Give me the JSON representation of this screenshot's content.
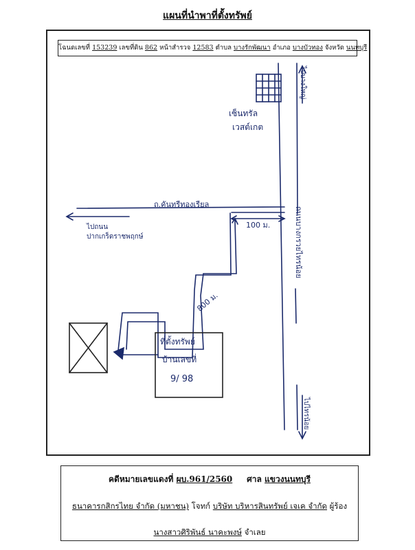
{
  "title": "แผนที่นำพาที่ตั้งทรัพย์",
  "deed": {
    "prefix": "โฉนดเลขที่",
    "deed_no": "153239",
    "land_no_label": "เลขที่ดิน",
    "land_no": "862",
    "survey_label": "หน้าสำรวจ",
    "survey_no": "12583",
    "tambon_label": "ตำบล",
    "tambon": "บางรักพัฒนา",
    "amphoe_label": "อำเภอ",
    "amphoe": "บางบัวทอง",
    "province_label": "จังหวัด",
    "province": "นนทบุรี"
  },
  "map": {
    "main_road_label": "ถนนบางกรวยไทรน้อย",
    "side_road_label": "ถ.คันทรีทองเรียล",
    "arrow_top_label": "ไปบางใหญ่",
    "arrow_bottom_label": "ไปไทรน้อย",
    "left_arrow_label_1": "ไปถนน",
    "left_arrow_label_2": "ปากเกร็ดราชพฤกษ์",
    "landmark_label_1": "เซ็นทรัล",
    "landmark_label_2": "เวสต์เกต",
    "distance_1": "100 ม.",
    "distance_2": "800 ม.",
    "property_label_1": "ที่ตั้งทรัพย์",
    "property_label_2": "บ้านเลขที่",
    "property_label_3": "9/ 98"
  },
  "case": {
    "case_label": "คดีหมายเลขแดงที่",
    "case_no": "ผบ.961/2560",
    "court_label": "ศาล",
    "court": "แขวงนนทบุรี",
    "plaintiff": "ธนาคารกสิกรไทย จำกัด (มหาชน)",
    "transfer_label": "โจทก์",
    "transferee": "บริษัท บริหารสินทรัพย์ เจเค จำกัด",
    "petitioner_label": "ผู้ร้อง",
    "defendant": "นางสาวศิริพันธ์ นาคะพงษ์",
    "defendant_label": "จำเลย"
  },
  "colors": {
    "ink": "#222222",
    "pen": "#1b2a6b",
    "paper": "#ffffff"
  }
}
